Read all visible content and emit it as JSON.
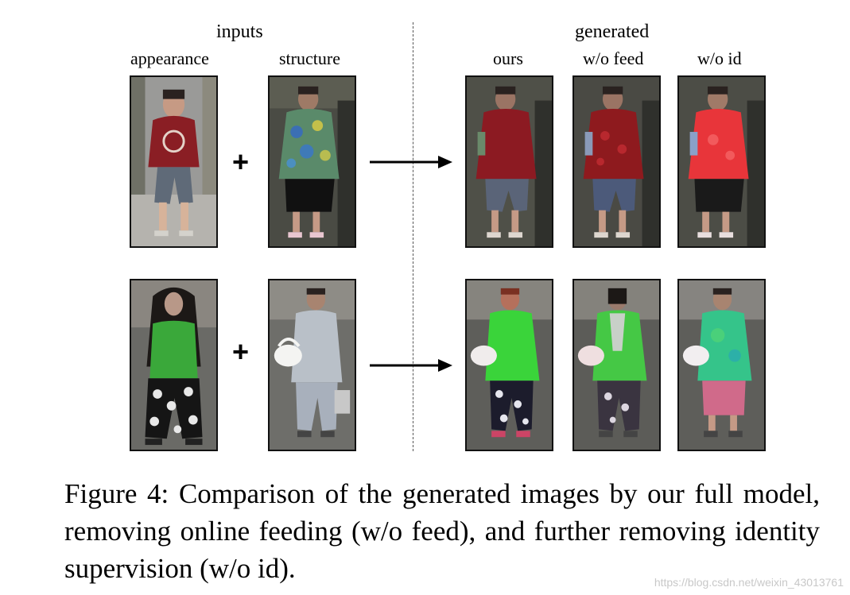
{
  "header": {
    "inputs": "inputs",
    "generated": "generated"
  },
  "columns": {
    "appearance": "appearance",
    "structure": "structure",
    "ours": "ours",
    "wo_feed": "w/o feed",
    "wo_id": "w/o id"
  },
  "operators": {
    "plus": "+"
  },
  "caption": "Figure 4: Comparison of the generated images by our full model, removing online feeding (w/o feed), and further removing identity supervision (w/o id).",
  "watermark": "https://blog.csdn.net/weixin_43013761",
  "colors": {
    "row1_appearance_shirt": "#8a1e24",
    "row1_structure_shirt": "#5a8a6a",
    "row1_ours_shirt": "#8c1a22",
    "row1_wofeed_shirt": "#8e1a1e",
    "row1_woid_shirt": "#e8353a",
    "row2_appearance_shirt": "#3aa83a",
    "row2_structure_shirt": "#b9c0c8",
    "row2_ours_shirt": "#3ad43a",
    "row2_wofeed_shirt": "#45c845",
    "row2_woid_shirt": "#35c48a"
  }
}
